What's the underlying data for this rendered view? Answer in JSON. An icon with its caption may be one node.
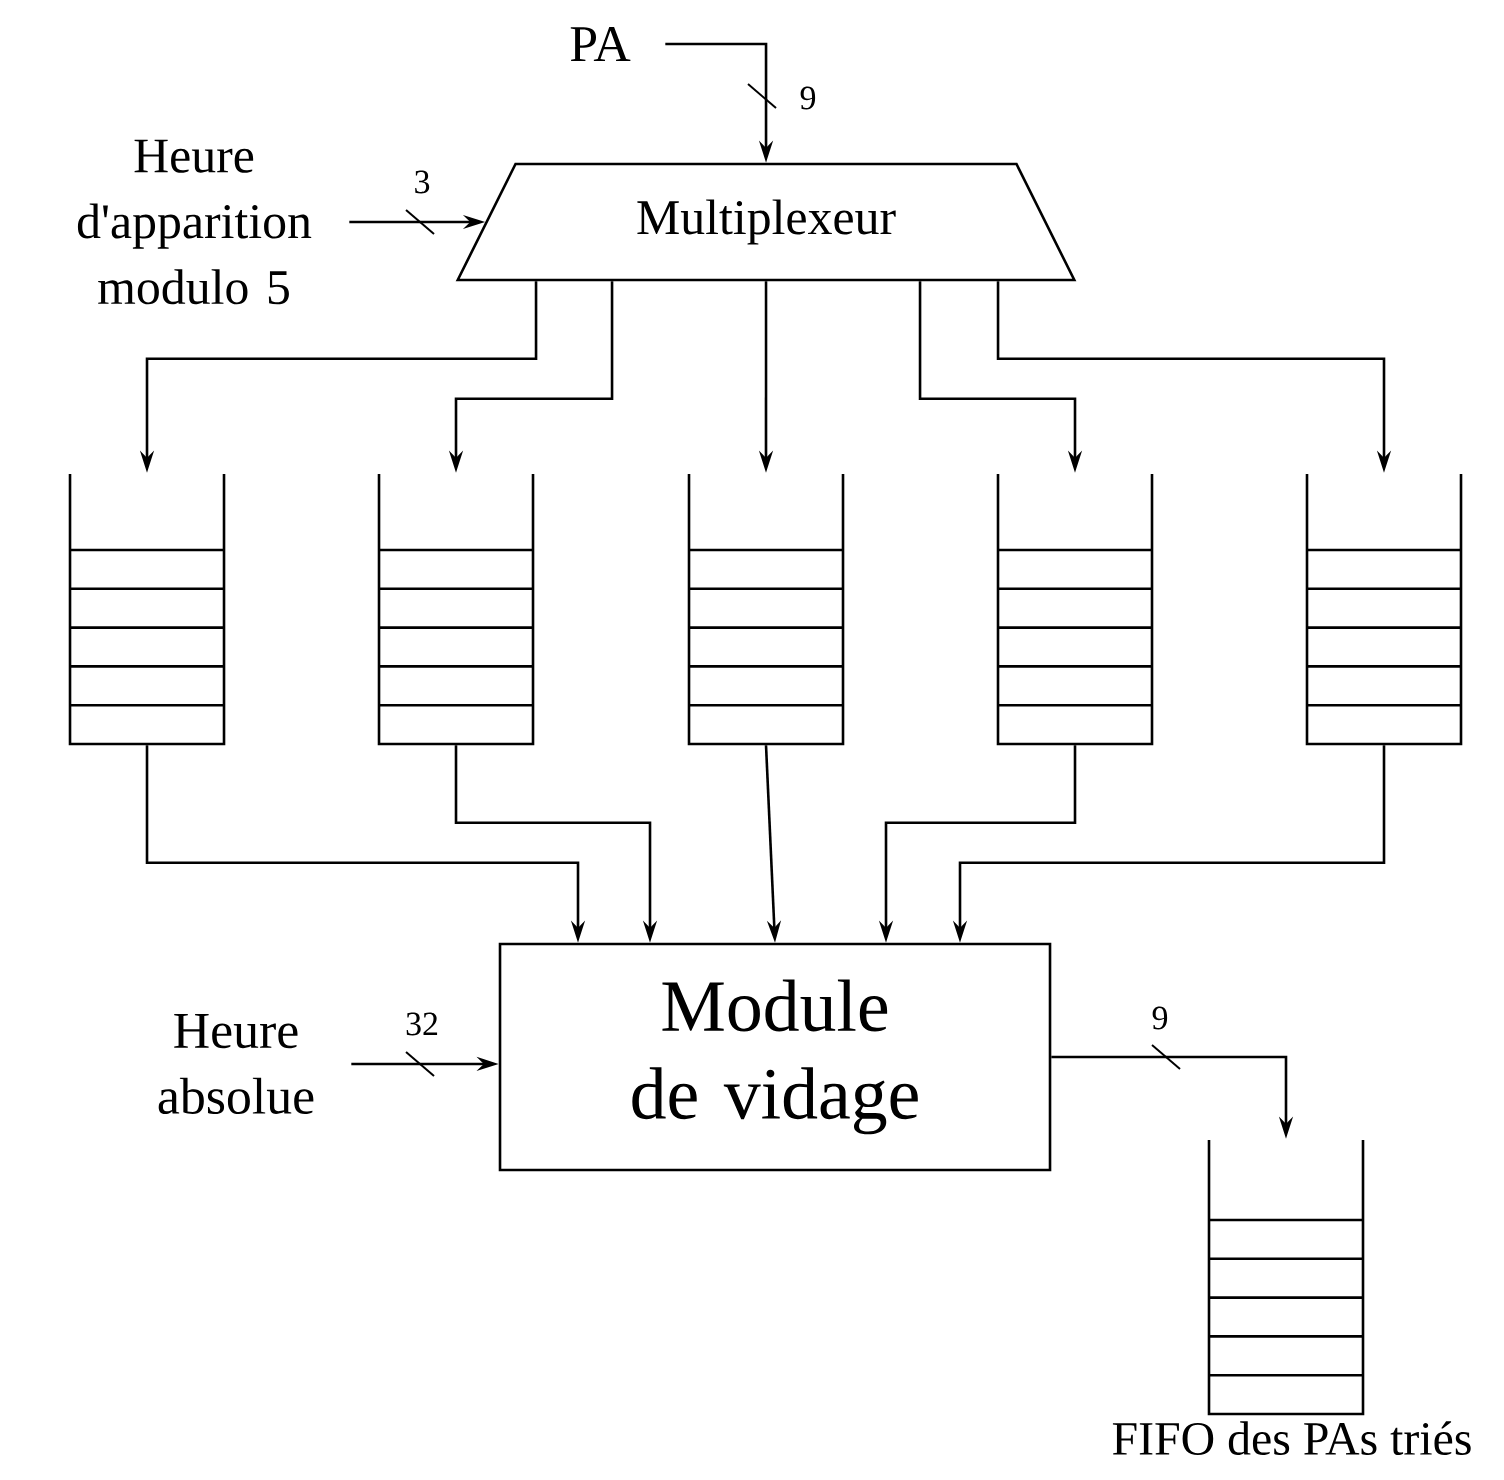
{
  "diagram": {
    "nodes": [
      {
        "text": [
          "PA"
        ]
      },
      {
        "text": [
          "Heure d'apparition modulo 5"
        ]
      },
      {
        "text": [
          "Multiplexeur"
        ]
      },
      {
        "text": [],
        "shape": "box"
      },
      {
        "text": [],
        "shape": "box"
      },
      {
        "text": [],
        "shape": "box"
      },
      {
        "text": [],
        "shape": "box"
      },
      {
        "text": [],
        "shape": "box"
      },
      {
        "text": [
          "Heure absolue"
        ]
      },
      {
        "text": [
          "Module de vidage"
        ]
      },
      {
        "text": [
          "FIFO des PAs triés"
        ]
      }
    ],
    "edges": [
      {
        "from": 0,
        "to": 2,
        "arrow": "to",
        "label": "9"
      },
      {
        "from": 1,
        "to": 2,
        "arrow": "to",
        "label": "3"
      },
      {
        "from": 2,
        "to": 3,
        "arrow": "to"
      },
      {
        "from": 2,
        "to": 4,
        "arrow": "to"
      },
      {
        "from": 2,
        "to": 5,
        "arrow": "to"
      },
      {
        "from": 2,
        "to": 6,
        "arrow": "to"
      },
      {
        "from": 2,
        "to": 7,
        "arrow": "to"
      },
      {
        "from": 3,
        "to": 9,
        "arrow": "to"
      },
      {
        "from": 4,
        "to": 9,
        "arrow": "to"
      },
      {
        "from": 5,
        "to": 9,
        "arrow": "to"
      },
      {
        "from": 6,
        "to": 9,
        "arrow": "to"
      },
      {
        "from": 7,
        "to": 9,
        "arrow": "to"
      },
      {
        "from": 8,
        "to": 9,
        "arrow": "to",
        "label": "32"
      },
      {
        "from": 9,
        "to": 10,
        "arrow": "to",
        "label": "9"
      }
    ]
  }
}
